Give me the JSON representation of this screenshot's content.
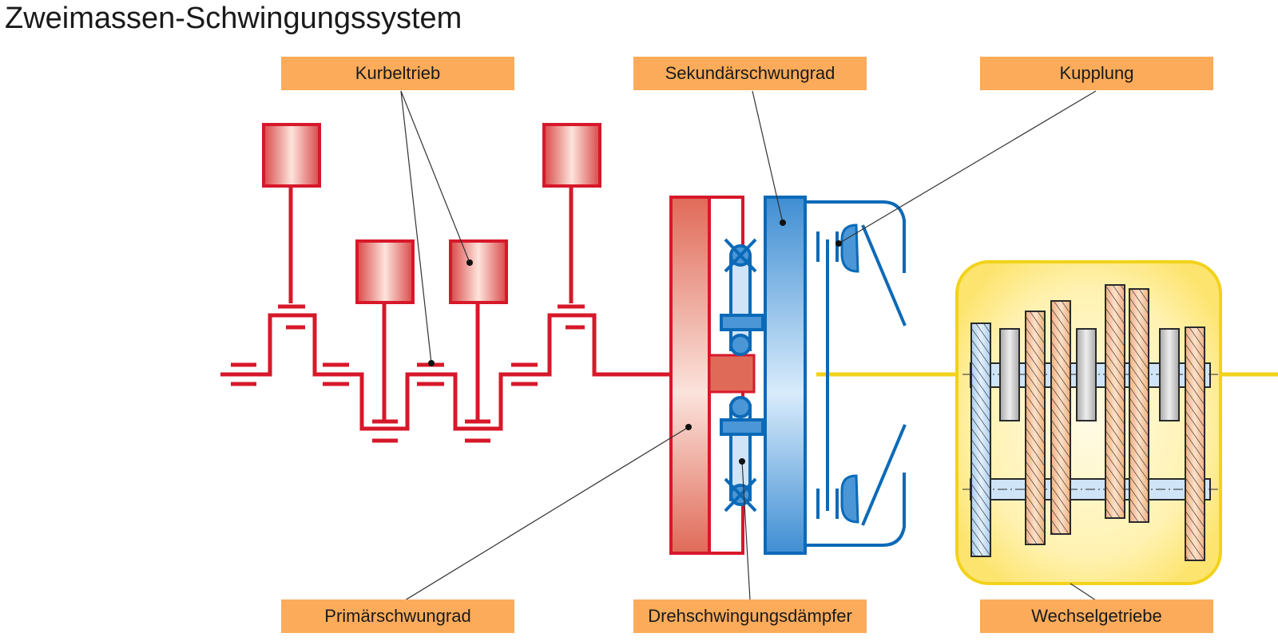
{
  "title": "Zweimassen-Schwingungssystem",
  "labels": {
    "kurbeltrieb": "Kurbeltrieb",
    "sekundaerschwungrad": "Sekundärschwungrad",
    "kupplung": "Kupplung",
    "primaerschwungrad": "Primärschwungrad",
    "drehschwingungsdaempfer": "Drehschwingungsdämpfer",
    "wechselgetriebe": "Wechselgetriebe"
  },
  "colors": {
    "engine_red": "#d7182a",
    "flywheel_red": "#e07060",
    "clutch_blue": "#0b6ab8",
    "flywheel_blue": "#4a96d6",
    "shaft_yellow": "#f2d21a",
    "label_orange": "#fbab5a"
  }
}
